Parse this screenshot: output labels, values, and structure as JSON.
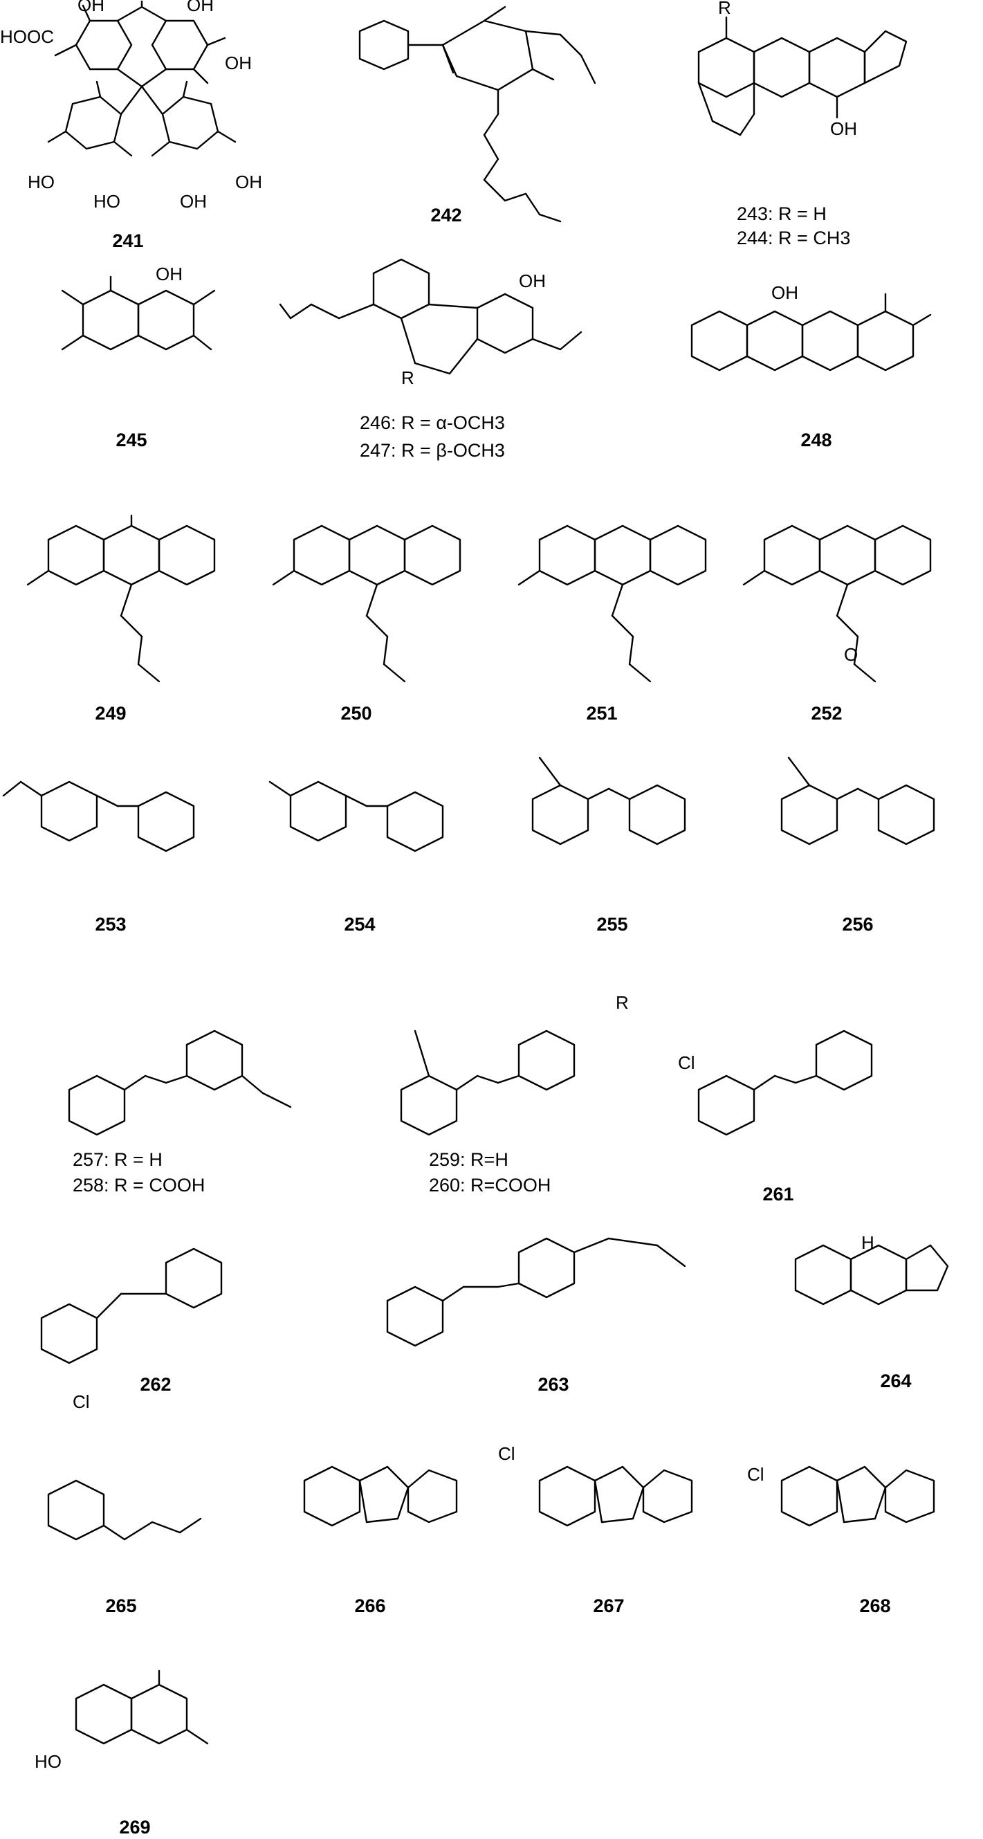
{
  "compounds": [
    {
      "id": "241",
      "sublabels": []
    },
    {
      "id": "242",
      "sublabels": []
    },
    {
      "id": "243-244",
      "sublabels": [
        "243:  R = H",
        "244:  R = CH3"
      ]
    },
    {
      "id": "245",
      "sublabels": []
    },
    {
      "id": "246-247",
      "sublabels": [
        "246: R = α-OCH3",
        "247: R = β-OCH3"
      ]
    },
    {
      "id": "248",
      "sublabels": []
    },
    {
      "id": "249",
      "sublabels": []
    },
    {
      "id": "250",
      "sublabels": []
    },
    {
      "id": "251",
      "sublabels": []
    },
    {
      "id": "252",
      "sublabels": []
    },
    {
      "id": "253",
      "sublabels": []
    },
    {
      "id": "254",
      "sublabels": []
    },
    {
      "id": "255",
      "sublabels": []
    },
    {
      "id": "256",
      "sublabels": []
    },
    {
      "id": "257-258",
      "sublabels": [
        "257:  R = H",
        "258:  R = COOH"
      ]
    },
    {
      "id": "259-260",
      "sublabels": [
        "259:  R=H",
        "260:  R=COOH"
      ]
    },
    {
      "id": "261",
      "sublabels": []
    },
    {
      "id": "262",
      "sublabels": []
    },
    {
      "id": "263",
      "sublabels": []
    },
    {
      "id": "264",
      "sublabels": []
    },
    {
      "id": "265",
      "sublabels": []
    },
    {
      "id": "266",
      "sublabels": []
    },
    {
      "id": "267",
      "sublabels": []
    },
    {
      "id": "268",
      "sublabels": []
    },
    {
      "id": "269",
      "sublabels": []
    }
  ],
  "structure_text": {
    "OH": "OH",
    "O": "O",
    "R": "R",
    "Cl": "Cl",
    "H": "H",
    "HOOC": "HOOC",
    "HO": "HO"
  },
  "colors": {
    "ink": "#000000",
    "background": "#ffffff"
  }
}
